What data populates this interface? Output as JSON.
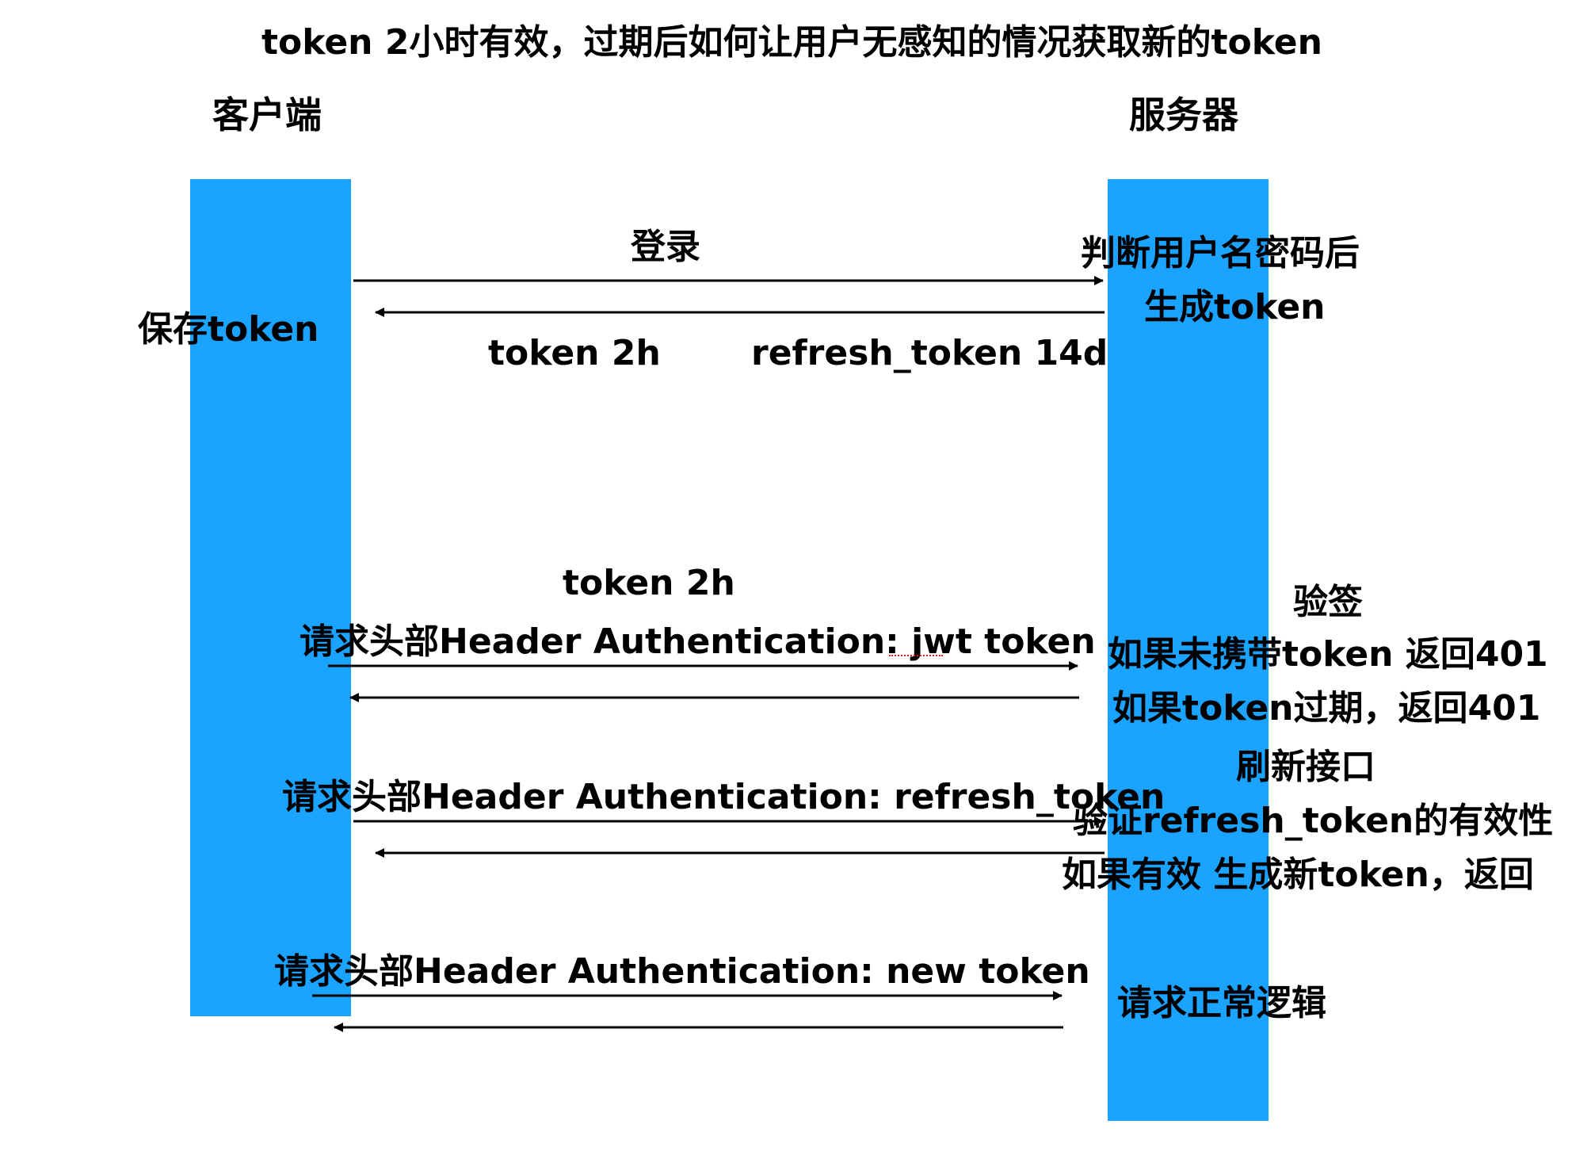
{
  "title": "token 2小时有效，过期后如何让用户无感知的情况获取新的token",
  "actors": {
    "client": "客户端",
    "server": "服务器"
  },
  "colors": {
    "lifeline": "#1aa3ff",
    "arrow": "#000000",
    "spellcheck": "#e02020"
  },
  "login": {
    "request_label": "登录",
    "server_note_line1": "判断用户名密码后",
    "server_note_line2": "生成token",
    "client_note": "保存token",
    "response_token": "token 2h",
    "response_refresh": "refresh_token 14d"
  },
  "jwt_request": {
    "token_label": "token 2h",
    "request_label": "请求头部Header Authentication: jwt token",
    "server_note_line1": "验签",
    "server_note_line2": "如果未携带token 返回401",
    "server_note_line3": "如果token过期，返回401"
  },
  "refresh_request": {
    "request_label": "请求头部Header Authentication: refresh_token",
    "server_note_line1": "刷新接口",
    "server_note_line2": "验证refresh_token的有效性",
    "server_note_line3": "如果有效 生成新token，返回"
  },
  "new_token_request": {
    "request_label": "请求头部Header Authentication: new token",
    "server_note": "请求正常逻辑"
  }
}
